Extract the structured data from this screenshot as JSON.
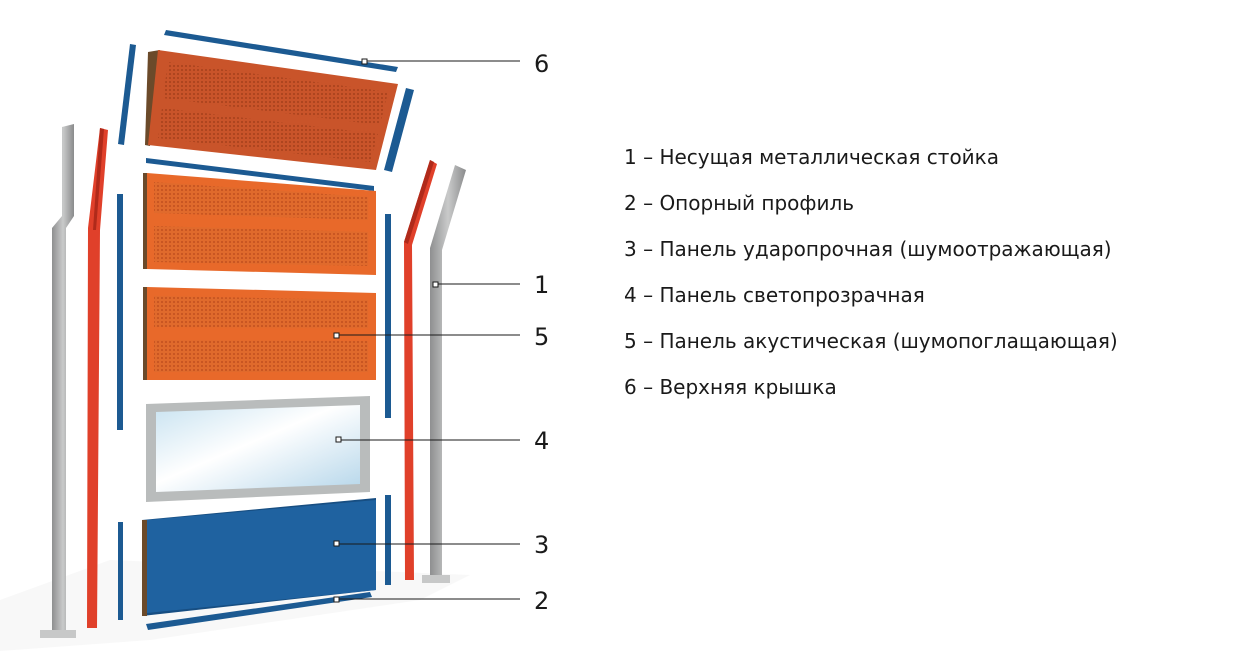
{
  "callouts": [
    "6",
    "1",
    "5",
    "4",
    "3",
    "2"
  ],
  "legend": [
    "1 – Несущая металлическая стойка",
    "2 – Опорный профиль",
    "3 – Панель ударопрочная (шумоотражающая)",
    "4 – Панель светопрозрачная",
    "5 – Панель акустическая (шумопоглащающая)",
    "6 – Верхняя крышка"
  ],
  "colors": {
    "acoustic_panel": "#e8692a",
    "impact_panel": "#1f62a0",
    "profile_blue": "#1c5a92",
    "profile_red": "#e0402a",
    "post_grey": "#a9aaaa",
    "glass": "#dfeef6",
    "frame": "#b9bcbc"
  },
  "icons": [
    "metal-post",
    "support-profile",
    "impact-panel",
    "transparent-panel",
    "acoustic-panel",
    "top-cap"
  ]
}
